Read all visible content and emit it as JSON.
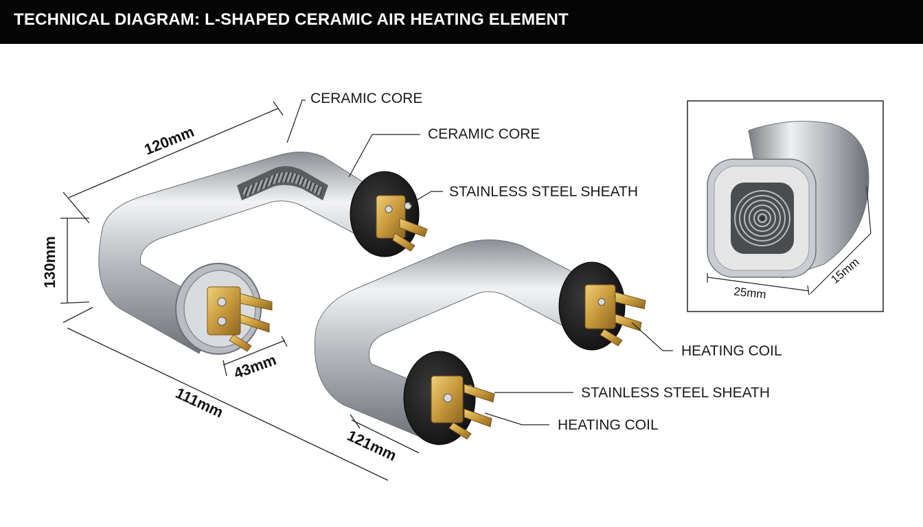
{
  "title": "TECHNICAL DIAGRAM: L-SHAPED CERAMIC AIR HEATING ELEMENT",
  "callouts": {
    "ceramic_core_1": "CERAMIC CORE",
    "ceramic_core_2": "CERAMIC CORE",
    "stainless_sheath_1": "STAINLESS STEEL SHEATH",
    "heating_coil_1": "HEATING COIL",
    "stainless_sheath_2": "STAINLESS STEEL SHEATH",
    "heating_coil_2": "HEATING COIL"
  },
  "dimensions": {
    "length_top": "120mm",
    "height_left": "130mm",
    "length_bottom": "111mm",
    "end_depth": "43mm",
    "second_end": "121mm",
    "section_width": "25mm",
    "section_depth": "15mm"
  },
  "colors": {
    "title_bar": "#050505",
    "steel_light": "#e4e6e8",
    "steel_dark": "#7d8186",
    "cap_black": "#1b1b1b",
    "brass": "#c89a3c",
    "inset_frame": "#222222"
  }
}
